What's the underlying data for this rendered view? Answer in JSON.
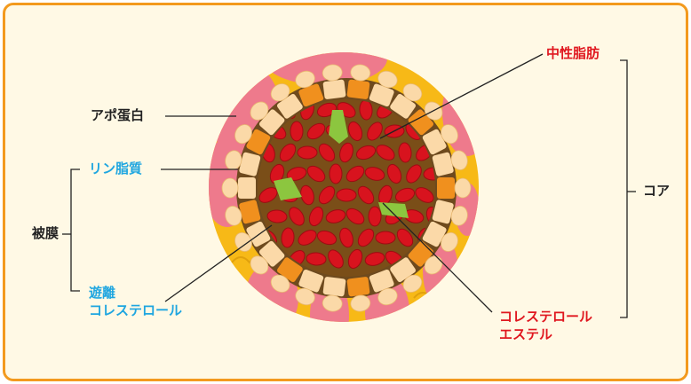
{
  "labels": {
    "apo_protein": "アポ蛋白",
    "phospholipid": "リン脂質",
    "envelope": "被膜",
    "free_cholesterol_line1": "遊離",
    "free_cholesterol_line2": "コレステロール",
    "triglyceride": "中性脂肪",
    "core": "コア",
    "cholesteryl_ester_line1": "コレステロール",
    "cholesteryl_ester_line2": "エステル"
  },
  "colors": {
    "frame_border": "#F39A1E",
    "background": "#FFF9E5",
    "apo_protein_pink": "#EE7A8C",
    "apo_protein_yellow": "#F7B917",
    "phospholipid_head": "#FBD9A8",
    "orange_segment": "#F0901E",
    "core_red": "#D8131E",
    "cholesterol_green": "#8CC63F",
    "label_blue": "#1FA6E0",
    "label_red": "#E0171F",
    "label_dark": "#222222"
  }
}
